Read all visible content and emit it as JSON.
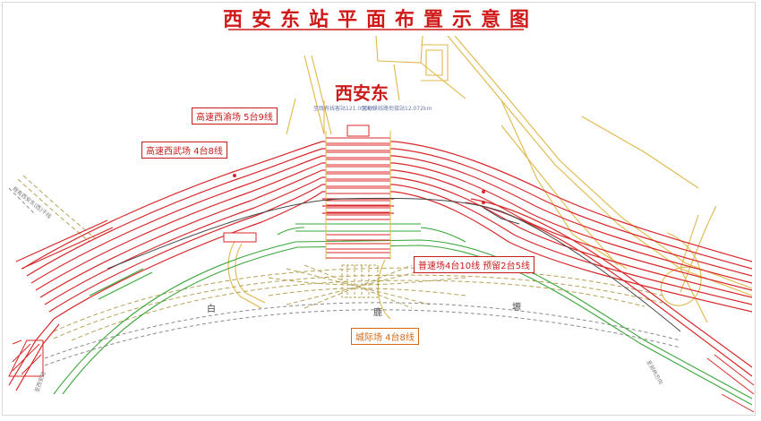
{
  "title": "西安东站平面布置示意图",
  "station": {
    "name": "西安东",
    "note_left": "至既有线客站121.000km",
    "note_right": "至地铁线路衔接站12.072km"
  },
  "yards": {
    "xiyu": "高速西渝场 5台9线",
    "xiwu": "高速西武场 4台8线",
    "putong": "普速场4台10线  预留2台5线",
    "chengji": "城际场 4台8线"
  },
  "place": {
    "bai": "白",
    "lu": "鹿",
    "yuan": "塬"
  },
  "side_labels": {
    "left_top": "既有西安东(西)干线",
    "left_bottom": "至西安站",
    "right_bottom": "至郑州方向"
  },
  "colors": {
    "track_red": "#d8282a",
    "track_green": "#3aa63a",
    "road_yellow": "#e0b84a",
    "dash_gray": "#8a8a8a",
    "dash_olive": "#b7a256",
    "title_red": "#d01a1a"
  }
}
